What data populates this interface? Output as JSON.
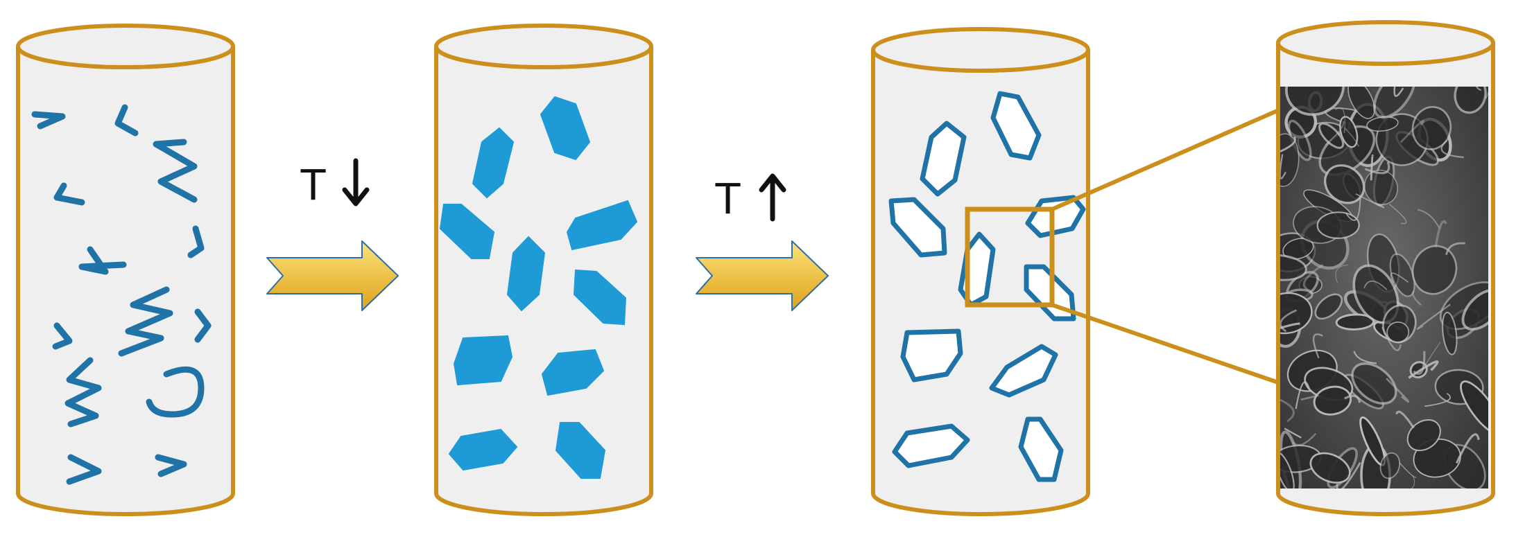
{
  "colors": {
    "background": "#ffffff",
    "cylinder_outline": "#cc8f1c",
    "cylinder_fill": "#efefef",
    "polymer_chain": "#1f73a6",
    "ice_crystal": "#1e9ad6",
    "pore_outline": "#1f73a6",
    "arrow_fill_top": "#fbe27a",
    "arrow_fill_bottom": "#dfa21c",
    "arrow_outline": "#2c6ea6",
    "sem_dark": "#2a2a2a",
    "sem_light": "#bdbdbd"
  },
  "steps": [
    {
      "stage": "polymer-solution",
      "cylinder": "cylinder-1"
    },
    {
      "stage": "freezing",
      "temperature_label": "T",
      "direction_icon": "arrow-down-icon"
    },
    {
      "stage": "ice-crystals",
      "cylinder": "cylinder-2"
    },
    {
      "stage": "thawing",
      "temperature_label": "T",
      "direction_icon": "arrow-up-icon"
    },
    {
      "stage": "porous-cryogel",
      "cylinder": "cylinder-3"
    },
    {
      "stage": "sem-micrograph",
      "cylinder": "cylinder-4",
      "image": "sem-micrograph-image"
    }
  ]
}
